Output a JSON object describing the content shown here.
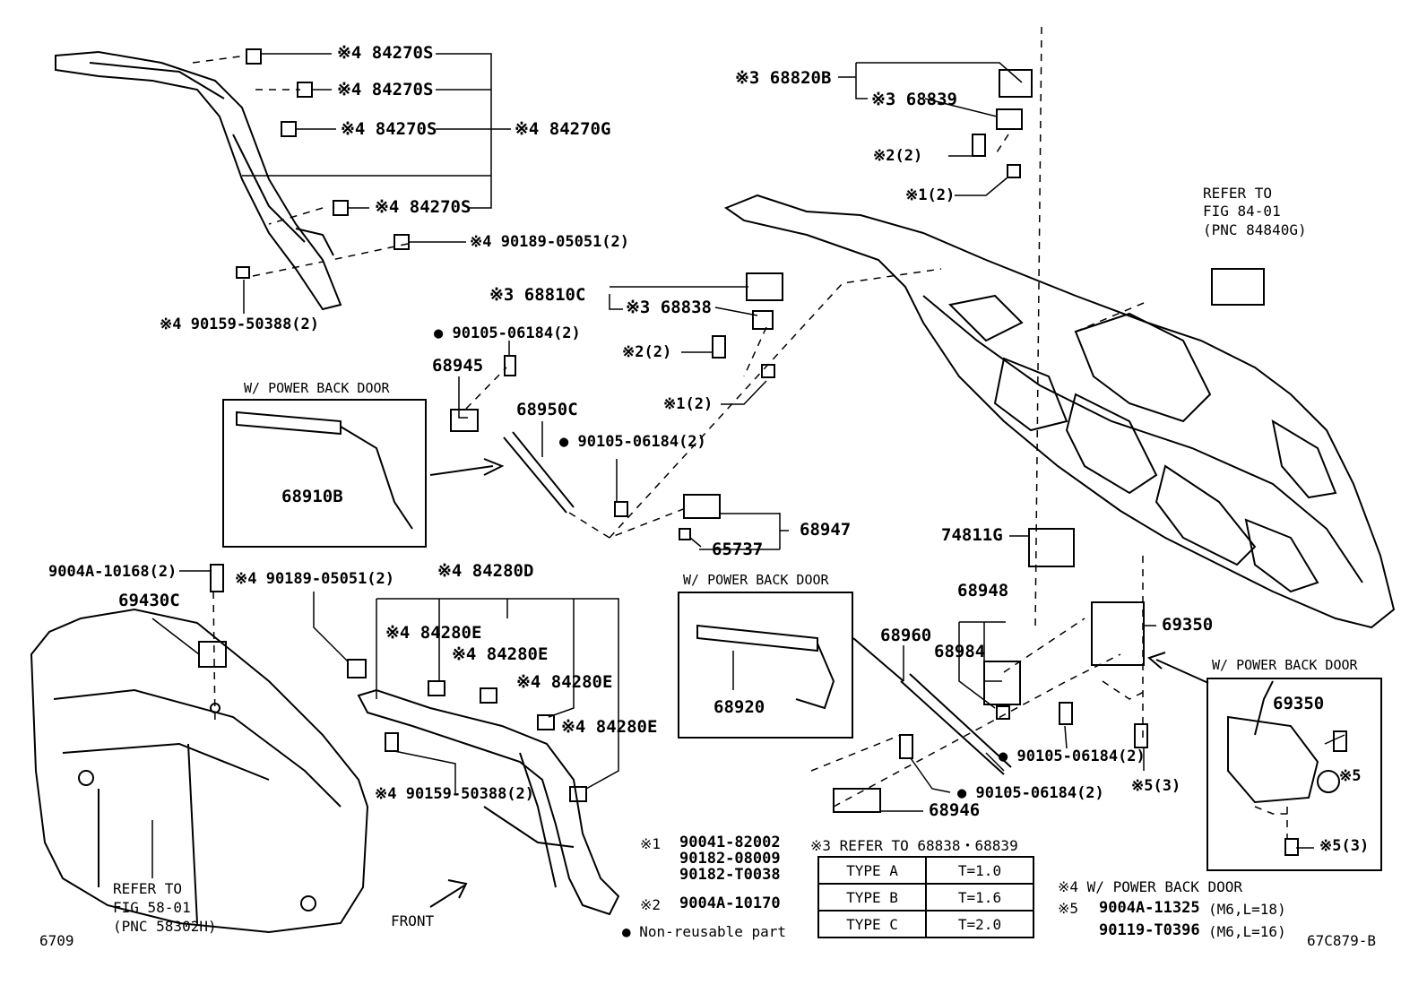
{
  "page_code": "6709",
  "figure_code": "67C879-B",
  "parts": {
    "p84270S_a": "※4 84270S",
    "p84270S_b": "※4 84270S",
    "p84270S_c": "※4 84270S",
    "p84270G": "※4 84270G",
    "p84270S_d": "※4 84270S",
    "p90189_top": "※4 90189-05051(2)",
    "p90159_top": "※4 90159-50388(2)",
    "p68820B": "※3 68820B",
    "p68839": "※3 68839",
    "p_s2_2_top": "※2(2)",
    "p_s1_2_top": "※1(2)",
    "p68810C": "※3 68810C",
    "p68838": "※3 68838",
    "p_s2_2_mid": "※2(2)",
    "p_s1_2_mid": "※1(2)",
    "p90105_a": "90105-06184(2)",
    "p68945": "68945",
    "p68950C": "68950C",
    "p90105_b": "90105-06184(2)",
    "p68910B": "68910B",
    "p68947": "68947",
    "p65737": "65737",
    "p74811G": "74811G",
    "p9004A_10168": "9004A-10168(2)",
    "p90189_mid": "※4 90189-05051(2)",
    "p84280D": "※4 84280D",
    "p69430C": "69430C",
    "p84280E_a": "※4 84280E",
    "p84280E_b": "※4 84280E",
    "p84280E_c": "※4 84280E",
    "p84280E_d": "※4 84280E",
    "p90159_bot": "※4 90159-50388(2)",
    "p68920": "68920",
    "p68948": "68948",
    "p68960": "68960",
    "p68984": "68984",
    "p69350_main": "69350",
    "p69350_box": "69350",
    "p90105_c": "90105-06184(2)",
    "p90105_d": "90105-06184(2)",
    "p68946": "68946",
    "p_s5_3_a": "※5(3)",
    "p_s5": "※5",
    "p_s5_3_b": "※5(3)"
  },
  "refer": {
    "fig84_l1": "REFER TO",
    "fig84_l2": "FIG 84-01",
    "fig84_l3": "(PNC 84840G)",
    "fig58_l1": "REFER TO",
    "fig58_l2": "FIG 58-01",
    "fig58_l3": "(PNC 58302H)"
  },
  "boxes": {
    "power1": "W/ POWER BACK DOOR",
    "power2": "W/ POWER BACK DOOR",
    "power3": "W/ POWER BACK DOOR"
  },
  "front_label": "FRONT",
  "notes": {
    "n1_mark": "※1",
    "n1_a": "90041-82002",
    "n1_b": "90182-08009",
    "n1_c": "90182-T0038",
    "n2_mark": "※2",
    "n2_a": "9004A-10170",
    "nonreusable": "● Non-reusable part",
    "n3": "※3  REFER TO  68838・68839",
    "n4": "※4  W/ POWER BACK DOOR",
    "n5_mark": "※5",
    "n5_a": "9004A-11325",
    "n5_a_spec": "(M6,L=18)",
    "n5_b": "90119-T0396",
    "n5_b_spec": "(M6,L=16)"
  },
  "type_table": [
    {
      "type": "TYPE A",
      "value": "T=1.0"
    },
    {
      "type": "TYPE B",
      "value": "T=1.6"
    },
    {
      "type": "TYPE C",
      "value": "T=2.0"
    }
  ]
}
